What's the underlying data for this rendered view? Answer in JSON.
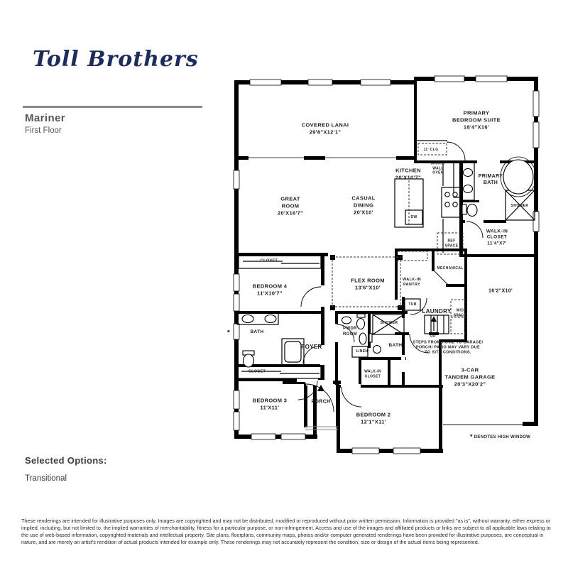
{
  "brand": {
    "logo_text": "Toll Brothers"
  },
  "plan": {
    "name": "Mariner",
    "floor": "First Floor"
  },
  "options": {
    "heading": "Selected Options:",
    "value": "Transitional"
  },
  "legend": {
    "asterisk": "*",
    "text": " DENOTES HIGH WINDOW"
  },
  "colors": {
    "brand_navy": "#1e2c5c",
    "wall_black": "#000000",
    "divider_gray": "#8a8a8a"
  },
  "floorplan": {
    "labels": {
      "covered_lanai": "COVERED LANAI\n29'8\"X12'1\"",
      "primary_bedroom_suite": "PRIMARY\nBEDROOM SUITE\n18'4\"X16'",
      "ceiling_note": "11' CLG",
      "micro_wall_oven": "MICRO/\nWALL\nOVEN",
      "kitchen": "KITCHEN\n20'X10'7\"",
      "great_room": "GREAT\nROOM\n20'X16'7\"",
      "casual_dining": "CASUAL\nDINING\n20'X10'",
      "primary_bath": "PRIMARY\nBATH",
      "primary_shower": "SHOWER",
      "primary_walk_in_closet": "WALK-IN\nCLOSET\n11'4\"X7'",
      "ref_space": "REF\nSPACE",
      "dw": "DW",
      "bedroom4_closet": "CLOSET",
      "bedroom_4": "BEDROOM 4\n11'X10'7\"",
      "flex_room": "FLEX ROOM\n13'6\"X10'",
      "walk_in_pantry": "WALK-IN\nPANTRY",
      "mechanical": "MECHANICAL",
      "laundry_tub": "TUB",
      "laundry": "LAUNDRY",
      "wd_space": "W/D\nSPACE",
      "garage_bay_dims": "16'2\"X10'",
      "up": "UP",
      "steps_note": "STEPS FROM HOME TO GARAGE/\nPORCH/ PATIO MAY VARY DUE\nTO SITE CONDITIONS.",
      "tandem_garage": "3-CAR\nTANDEM GARAGE\n20'3\"X20'2\"",
      "bath_bedroom4": "BATH",
      "high_window_marker": "*",
      "foyer": "FOYER",
      "pwdr_room": "PWDR\nROOM",
      "bath2_shower": "SHOWER",
      "bath2": "BATH",
      "linen": "LINEN",
      "walk_in_closet2": "WALK-IN\nCLOSET",
      "bedroom3_closet": "CLOSET",
      "bedroom_3": "BEDROOM 3\n11'X11'",
      "porch": "PORCH",
      "bedroom_2": "BEDROOM 2\n12'1\"X11'"
    }
  },
  "disclaimer": "These renderings are intended for illustrative purposes only. Images are copyrighted and may not be distributed, modified or reproduced without prior written permission. Information is provided \"as is\", without warranty, either express or implied, including, but not limited to, the implied warranties of merchantability, fitness for a particular purpose, or non-infringement. Access and use of the images and affiliated products or links are subject to all applicable laws relating to the use of web-based information, copyrighted materials and intellectual property. Site plans, floorplans, community maps, photos and/or computer generated renderings have been provided for illustrative purposes, are conceptual in nature, and are merely an artist's rendition of actual products intended for example only. These renderings may not accurately represent the condition, size or design of the actual items being represented."
}
